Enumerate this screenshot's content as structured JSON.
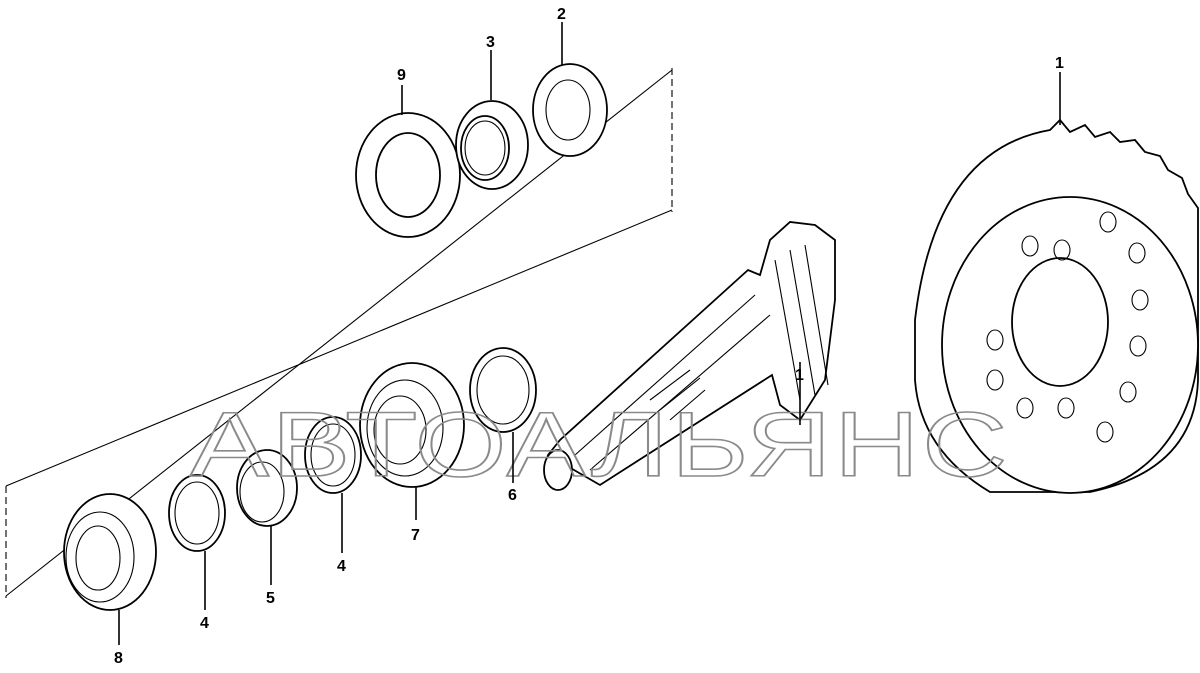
{
  "watermark": "АВТОАЛЬЯНС",
  "callouts": [
    {
      "id": "ring-gear",
      "label": "1"
    },
    {
      "id": "pinion-gear",
      "label": "1"
    },
    {
      "id": "lock-washer",
      "label": "2"
    },
    {
      "id": "slotted-nut",
      "label": "3"
    },
    {
      "id": "shim-inner",
      "label": "4"
    },
    {
      "id": "shim-outer",
      "label": "4"
    },
    {
      "id": "spacer-sleeve",
      "label": "5"
    },
    {
      "id": "shim-washer",
      "label": "6"
    },
    {
      "id": "roller-bearing-large",
      "label": "7"
    },
    {
      "id": "roller-bearing-end",
      "label": "8"
    },
    {
      "id": "bearing-cup",
      "label": "9"
    }
  ]
}
